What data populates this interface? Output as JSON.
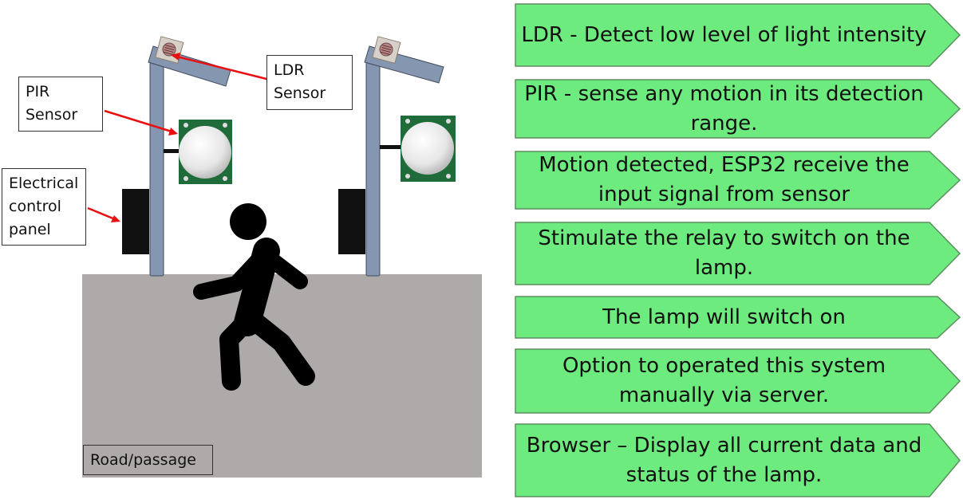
{
  "colors": {
    "step_fill": "#6eeb7e",
    "step_stroke": "#5b8f5f",
    "road": "#aeaaaa",
    "pole": "#8496b0",
    "arrow": "#e81010"
  },
  "labels": {
    "ldr": [
      "LDR",
      "Sensor"
    ],
    "pir": [
      "PIR",
      "Sensor"
    ],
    "panel": [
      "Electrical",
      "control",
      "panel"
    ],
    "road": "Road/passage"
  },
  "steps": [
    {
      "lines": [
        "LDR - Detect low level of light intensity"
      ]
    },
    {
      "lines": [
        "PIR -  sense any motion in its detection",
        "range."
      ]
    },
    {
      "lines": [
        "Motion detected, ESP32 receive the",
        "input signal from sensor"
      ]
    },
    {
      "lines": [
        "Stimulate the relay to switch on the",
        "lamp."
      ]
    },
    {
      "lines": [
        "The lamp will switch on"
      ]
    },
    {
      "lines": [
        "Option to operated this system",
        "manually via server."
      ]
    },
    {
      "lines": [
        "Browser – Display all current data and",
        "status of the lamp."
      ]
    }
  ]
}
